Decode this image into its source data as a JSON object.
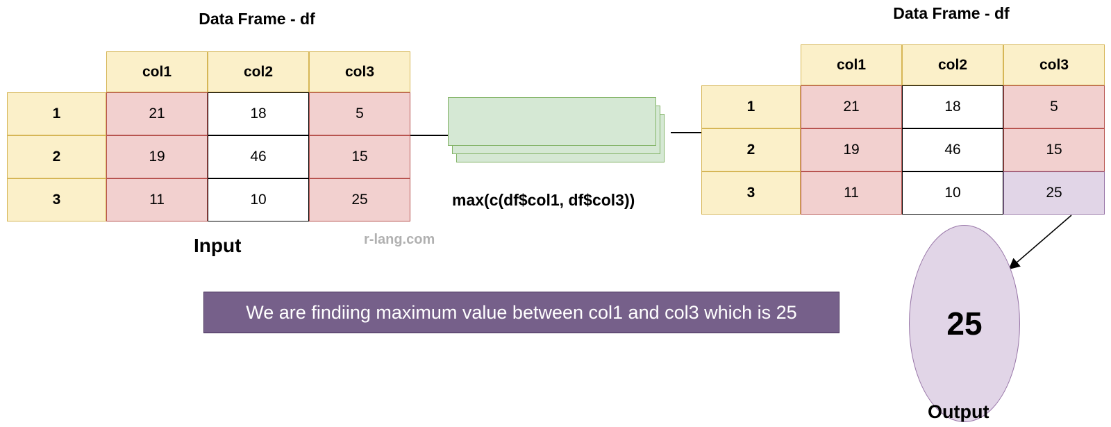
{
  "input_table": {
    "title": "Data Frame - df",
    "columns": [
      "col1",
      "col2",
      "col3"
    ],
    "rows": [
      {
        "label": "1",
        "values": [
          "21",
          "18",
          "5"
        ]
      },
      {
        "label": "2",
        "values": [
          "19",
          "46",
          "15"
        ]
      },
      {
        "label": "3",
        "values": [
          "11",
          "10",
          "25"
        ]
      }
    ],
    "caption": "Input"
  },
  "output_table": {
    "title": "Data Frame - df",
    "columns": [
      "col1",
      "col2",
      "col3"
    ],
    "rows": [
      {
        "label": "1",
        "values": [
          "21",
          "18",
          "5"
        ]
      },
      {
        "label": "2",
        "values": [
          "19",
          "46",
          "15"
        ]
      },
      {
        "label": "3",
        "values": [
          "11",
          "10",
          "25"
        ]
      }
    ]
  },
  "process": {
    "formula": "max(c(df$col1, df$col3))"
  },
  "watermark": "r-lang.com",
  "banner": "We are findiing maximum value between col1 and col3 which is 25",
  "result": {
    "value": "25",
    "caption": "Output"
  },
  "colors": {
    "header_fill": "#fbf0c9",
    "selected_fill": "#f2d0cf",
    "result_fill": "#e1d5e7",
    "process_fill": "#d5e8d4",
    "banner_fill": "#76608a"
  }
}
